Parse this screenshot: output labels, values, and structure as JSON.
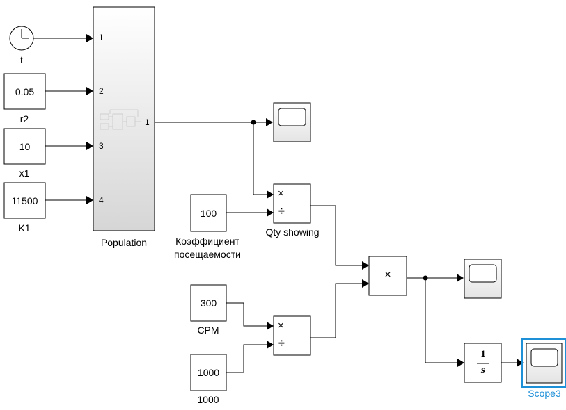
{
  "colors": {
    "line": "#000000",
    "selected": "#1e90d8",
    "subsystem_fill_top": "#ffffff",
    "subsystem_fill_bottom": "#d6d6d6"
  },
  "sources": {
    "clock": {
      "name": "t",
      "icon": "clock-icon"
    },
    "r2": {
      "value": "0.05",
      "name": "r2"
    },
    "x1": {
      "value": "10",
      "name": "x1"
    },
    "K1": {
      "value": "11500",
      "name": "K1"
    },
    "coef": {
      "value": "100",
      "name_line1": "Коэффициент",
      "name_line2": "посещаемости"
    },
    "cpm": {
      "value": "300",
      "name": "CPM"
    },
    "k1000": {
      "value": "1000",
      "name": "1000"
    }
  },
  "subsystem": {
    "name": "Population",
    "in_ports": [
      "1",
      "2",
      "3",
      "4"
    ],
    "out_ports": [
      "1"
    ]
  },
  "divide1": {
    "name": "Qty showing",
    "mul_sign": "×",
    "div_sign": "÷"
  },
  "divide2": {
    "mul_sign": "×",
    "div_sign": "÷"
  },
  "product": {
    "sign": "×"
  },
  "integrator": {
    "numerator": "1",
    "denominator": "s"
  },
  "scopes": {
    "scope3": {
      "name": "Scope3",
      "selected": true
    }
  }
}
